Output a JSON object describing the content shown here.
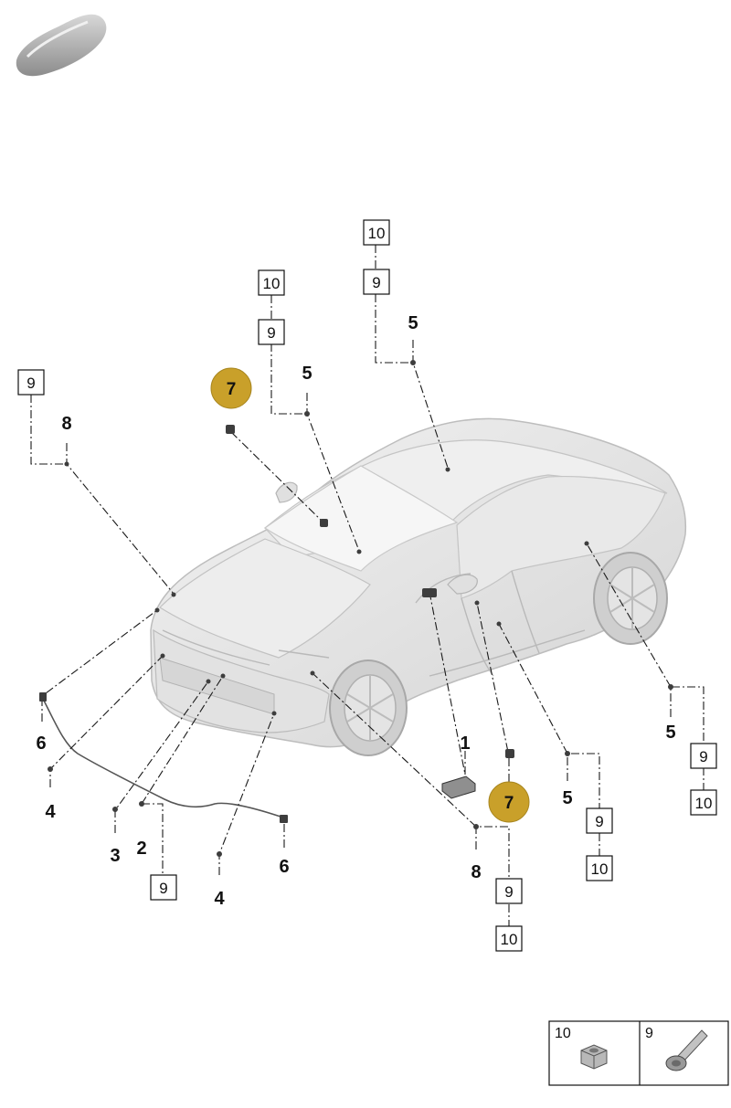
{
  "callouts": {
    "c1": "1",
    "c2": "2",
    "c3": "3",
    "c4a": "4",
    "c4b": "4",
    "c5a": "5",
    "c5b": "5",
    "c5c": "5",
    "c5d": "5",
    "c6a": "6",
    "c6b": "6",
    "c8a": "8",
    "c8b": "8"
  },
  "badges": {
    "b7a": "7",
    "b7b": "7"
  },
  "boxes": {
    "b10a": "10",
    "b9a": "9",
    "b10b": "10",
    "b9b": "9",
    "b9c": "9",
    "b9d": "9",
    "b9e": "9",
    "b10e": "10",
    "b9f": "9",
    "b10f": "10",
    "b9g": "9",
    "b10g": "10"
  },
  "legend": {
    "left_number": "10",
    "right_number": "9",
    "left_icon": "nut-icon",
    "right_icon": "bolt-icon"
  },
  "colors": {
    "badge": "#c9a02a",
    "car_body": "#e6e6e6",
    "line": "#1a1a1a"
  }
}
